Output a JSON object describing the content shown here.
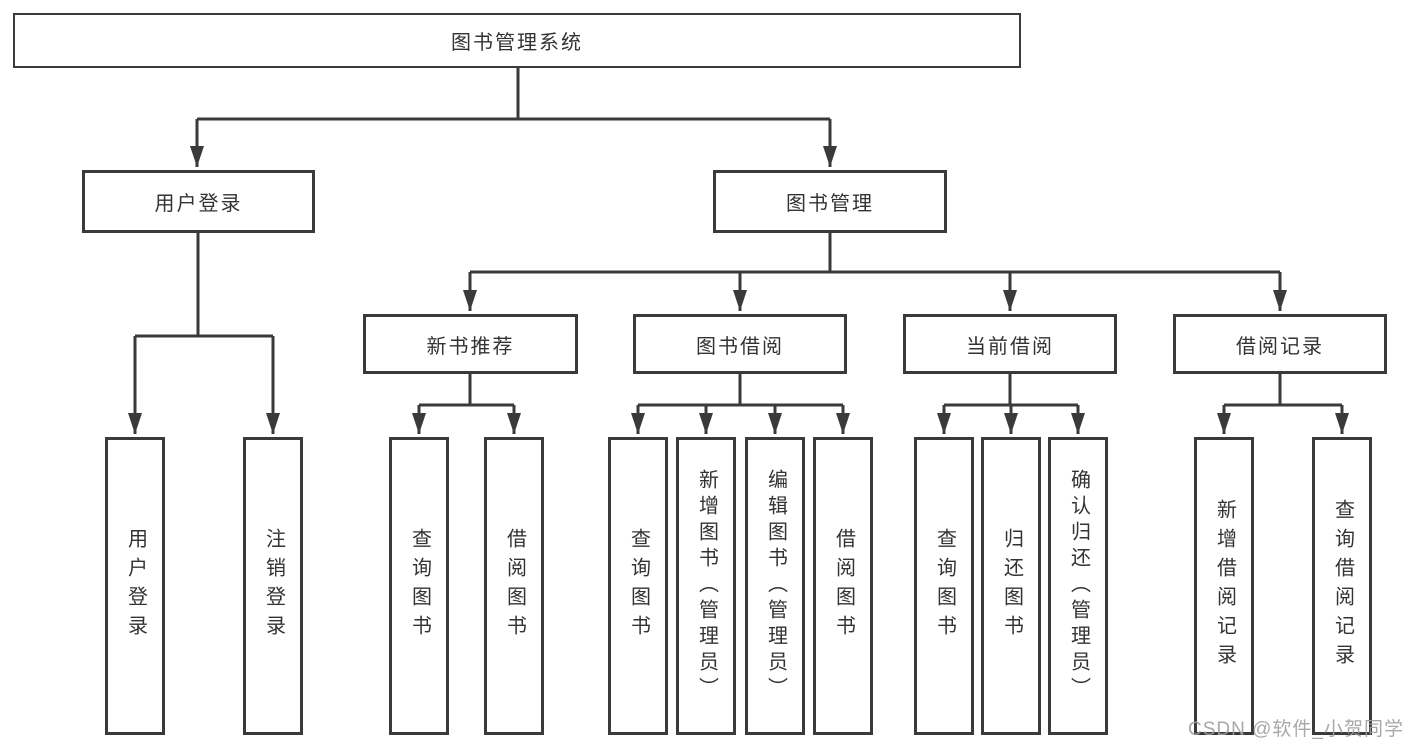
{
  "tree": {
    "label": "图书管理系统",
    "children": [
      {
        "label": "用户登录",
        "children": [
          {
            "label": "用户登录"
          },
          {
            "label": "注销登录"
          }
        ]
      },
      {
        "label": "图书管理",
        "children": [
          {
            "label": "新书推荐",
            "children": [
              {
                "label": "查询图书"
              },
              {
                "label": "借阅图书"
              }
            ]
          },
          {
            "label": "图书借阅",
            "children": [
              {
                "label": "查询图书"
              },
              {
                "label": "新增图书（管理员）"
              },
              {
                "label": "编辑图书（管理员）"
              },
              {
                "label": "借阅图书"
              }
            ]
          },
          {
            "label": "当前借阅",
            "children": [
              {
                "label": "查询图书"
              },
              {
                "label": "归还图书"
              },
              {
                "label": "确认归还（管理员）"
              }
            ]
          },
          {
            "label": "借阅记录",
            "children": [
              {
                "label": "新增借阅记录"
              },
              {
                "label": "查询借阅记录"
              }
            ]
          }
        ]
      }
    ]
  },
  "watermark": {
    "text": "CSDN @软件_小贺同学"
  },
  "colors": {
    "line": "#3a3a3a",
    "text": "#333333",
    "watermark": "#9f9f9f",
    "background": "#ffffff"
  }
}
